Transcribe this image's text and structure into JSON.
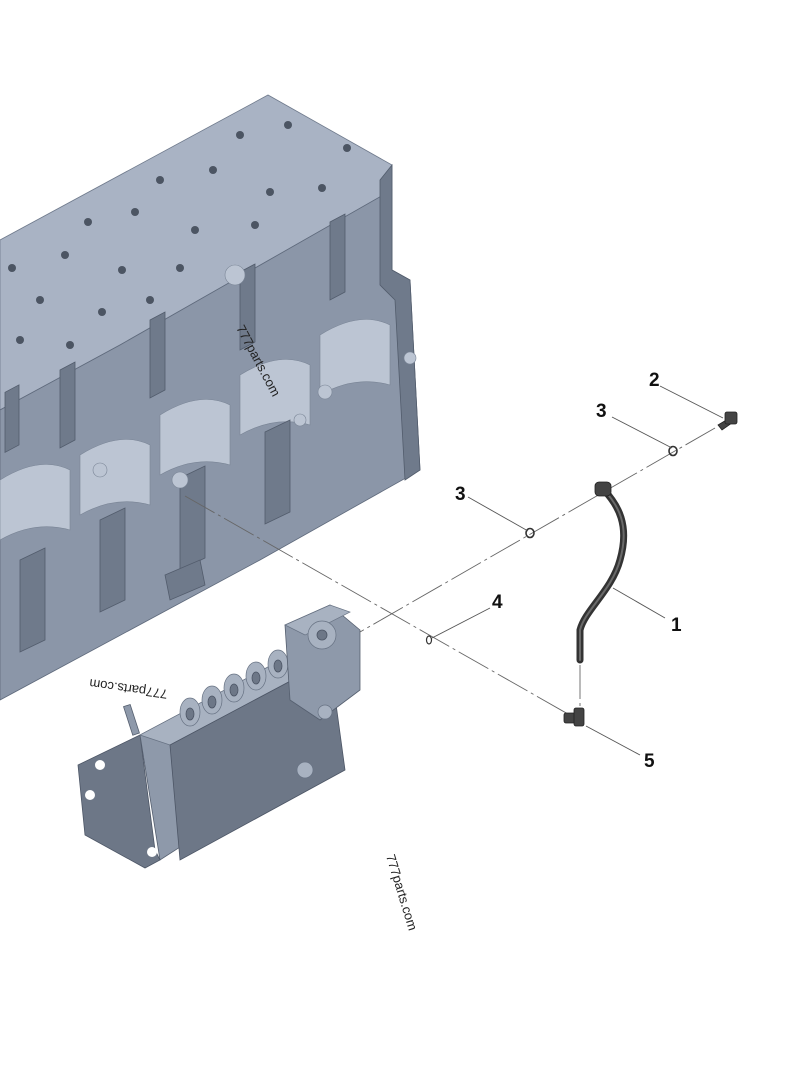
{
  "diagram": {
    "callouts": [
      {
        "id": "c1",
        "label": "1"
      },
      {
        "id": "c2",
        "label": "2"
      },
      {
        "id": "c3a",
        "label": "3"
      },
      {
        "id": "c3b",
        "label": "3"
      },
      {
        "id": "c4",
        "label": "4"
      },
      {
        "id": "c5",
        "label": "5"
      }
    ],
    "watermarks": [
      "777parts.com",
      "777parts.com",
      "777parts.com"
    ],
    "colors": {
      "block": "#8b96a8",
      "hose": "#333333",
      "background": "#ffffff"
    }
  }
}
